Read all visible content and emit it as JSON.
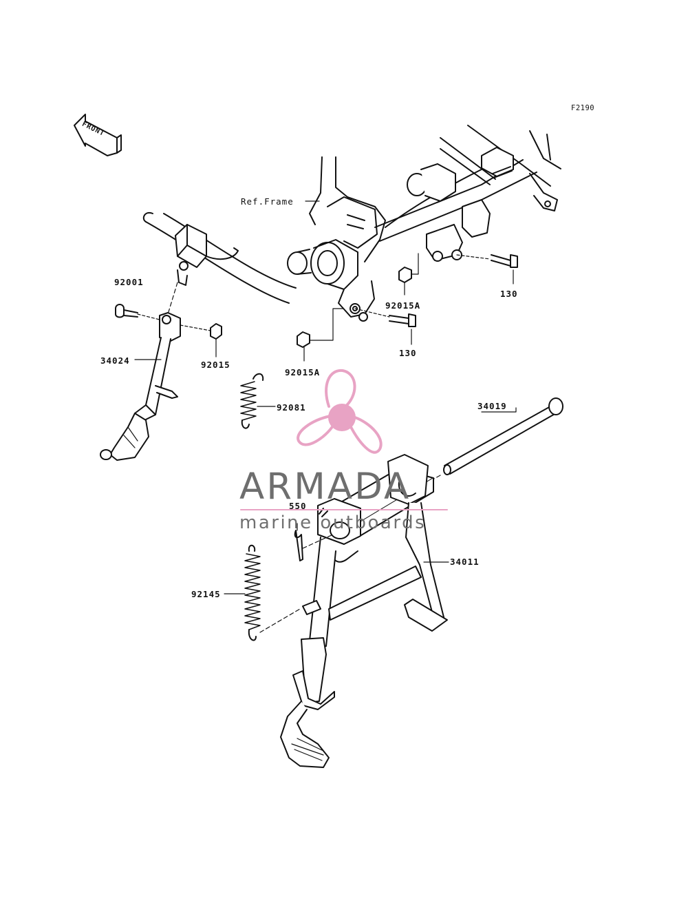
{
  "figure_code": "F2190",
  "front_marker": "FRONT",
  "frame_ref": "Ref.Frame",
  "parts": {
    "p92001": "92001",
    "p34024": "34024",
    "p92015": "92015",
    "p92081": "92081",
    "p92015A_a": "92015A",
    "p92015A_b": "92015A",
    "p130_a": "130",
    "p130_b": "130",
    "p34019": "34019",
    "p550": "550",
    "p34011": "34011",
    "p92145": "92145"
  },
  "watermark": {
    "brand": "ARMADA",
    "tagline": "marine outboards",
    "accent_color": "#e8a3c4",
    "text_color": "#6e6e6e"
  }
}
